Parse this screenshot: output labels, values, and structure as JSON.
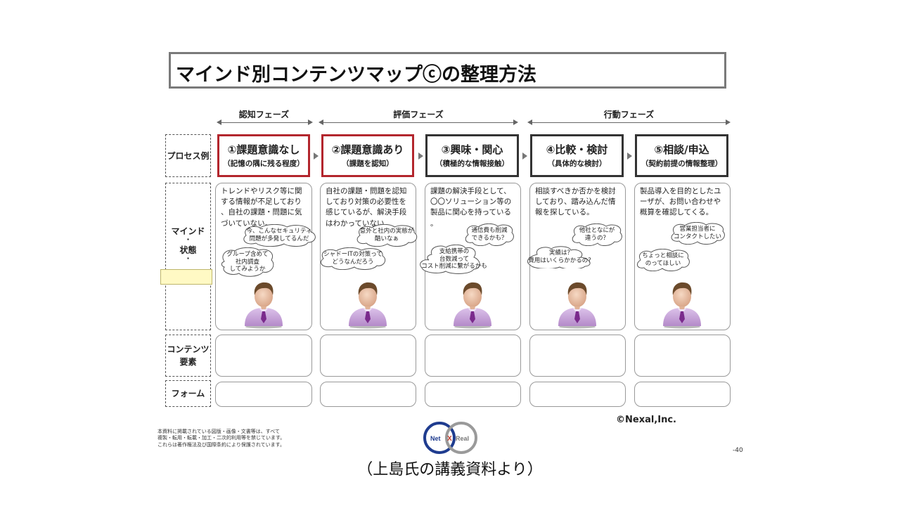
{
  "title": "マインド別コンテンツマップⓒの整理方法",
  "phases": [
    {
      "label": "認知フェーズ"
    },
    {
      "label": "評価フェーズ"
    },
    {
      "label": "行動フェーズ"
    }
  ],
  "row_labels": {
    "process": "プロセス例",
    "mind_line1": "マインド",
    "mind_dot1": "・",
    "mind_line2": "状態",
    "mind_dot2": "・",
    "content_line1": "コンテンツ",
    "content_line2": "要素",
    "form": "フォーム"
  },
  "steps": [
    {
      "title": "①課題意識なし",
      "sub": "（記憶の隅に残る程度）",
      "border": "#b3262d",
      "desc": [
        "トレンドやリスク等に関",
        "する情報が不足しており",
        "、自社の課題・問題に気",
        "づいていない。"
      ],
      "bubbles": [
        {
          "lines": [
            "今、こんなセキュリティ",
            "問題が多発してるんだ"
          ]
        },
        {
          "lines": [
            "グループ含めて",
            "社内調査",
            "してみようか"
          ]
        }
      ]
    },
    {
      "title": "②課題意識あり",
      "sub": "（課題を認知）",
      "border": "#b3262d",
      "desc": [
        "自社の課題・問題を認知",
        "しており対策の必要性を",
        "感じているが、解決手段",
        "はわかっていない。"
      ],
      "bubbles": [
        {
          "lines": [
            "意外と社内の実態が",
            "酷いなぁ"
          ]
        },
        {
          "lines": [
            "シャドーITの対策って",
            "どうなんだろう"
          ]
        }
      ]
    },
    {
      "title": "③興味・関心",
      "sub": "（積極的な情報接触）",
      "border": "#333333",
      "desc": [
        "課題の解決手段として、",
        "〇〇ソリューション等の",
        "製品に関心を持っている",
        "。"
      ],
      "bubbles": [
        {
          "lines": [
            "通信費も削減",
            "できるかも？"
          ]
        },
        {
          "lines": [
            "支給携帯の",
            "台数減って",
            "コスト削減に繋がるかも"
          ]
        }
      ]
    },
    {
      "title": "④比較・検討",
      "sub": "（具体的な検討）",
      "border": "#333333",
      "desc": [
        "相談すべきか否かを検討",
        "しており、踏み込んだ情",
        "報を探している。"
      ],
      "bubbles": [
        {
          "lines": [
            "他社となにが",
            "違うの？"
          ]
        },
        {
          "lines": [
            "実績は？",
            "費用はいくらかかるの？"
          ]
        }
      ]
    },
    {
      "title": "⑤相談/申込",
      "sub": "（契約前提の情報整理）",
      "border": "#333333",
      "desc": [
        "製品導入を目的としたユ",
        "ーザが、お問い合わせや",
        "概算を確認してくる。"
      ],
      "bubbles": [
        {
          "lines": [
            "営業担当者に",
            "コンタクトしたい"
          ]
        },
        {
          "lines": [
            "ちょっと相談に",
            "のってほしい"
          ]
        }
      ]
    }
  ],
  "copyright": "©Nexal,Inc.",
  "footnote": [
    "本資料に掲載されている図版・画像・文書等は、すべて",
    "複製・転用・転載・加工・二次的利用等を禁じています。",
    "これらは著作権法及び国際条約により保護されています。"
  ],
  "logo": {
    "left": "Net",
    "center": "X",
    "right": "Real",
    "left_color": "#1f3c8f",
    "right_color": "#888888",
    "center_color": "#c0392b"
  },
  "page_number": "40",
  "caption": "（上島氏の講義資料より）",
  "colors": {
    "red_border": "#b3262d",
    "dark_border": "#333333",
    "person_shirt": "#c9a6d8",
    "person_tie": "#7a2a8c",
    "person_hair": "#6b4a2b"
  }
}
